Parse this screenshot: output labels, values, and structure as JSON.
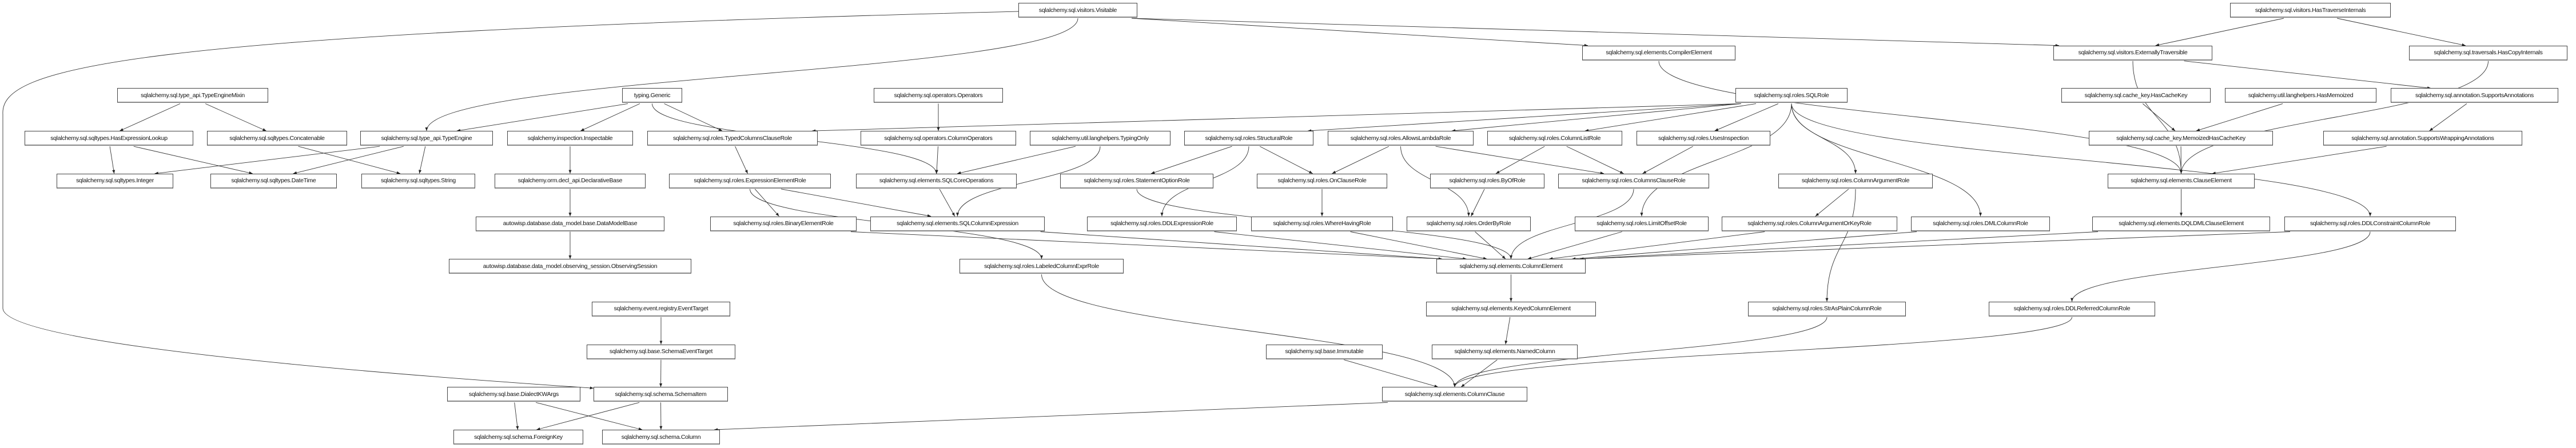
{
  "diagram": {
    "type": "class-inheritance-graph",
    "nodes": [
      {
        "id": "visitable",
        "label": "sqlalchemy.sql.visitors.Visitable"
      },
      {
        "id": "hastraverse",
        "label": "sqlalchemy.sql.visitors.HasTraverseInternals"
      },
      {
        "id": "compilerelement",
        "label": "sqlalchemy.sql.elements.CompilerElement"
      },
      {
        "id": "exttrav",
        "label": "sqlalchemy.sql.visitors.ExternallyTraversible"
      },
      {
        "id": "hascopy",
        "label": "sqlalchemy.sql.traversals.HasCopyInternals"
      },
      {
        "id": "typeenginemixin",
        "label": "sqlalchemy.sql.type_api.TypeEngineMixin"
      },
      {
        "id": "generic",
        "label": "typing.Generic"
      },
      {
        "id": "operators",
        "label": "sqlalchemy.sql.operators.Operators"
      },
      {
        "id": "sqlrole",
        "label": "sqlalchemy.sql.roles.SQLRole"
      },
      {
        "id": "hascachekey",
        "label": "sqlalchemy.sql.cache_key.HasCacheKey"
      },
      {
        "id": "hasmemoized",
        "label": "sqlalchemy.util.langhelpers.HasMemoized"
      },
      {
        "id": "supportsann",
        "label": "sqlalchemy.sql.annotation.SupportsAnnotations"
      },
      {
        "id": "hasexprlookup",
        "label": "sqlalchemy.sql.sqltypes.HasExpressionLookup"
      },
      {
        "id": "concatenable",
        "label": "sqlalchemy.sql.sqltypes.Concatenable"
      },
      {
        "id": "typeengine",
        "label": "sqlalchemy.sql.type_api.TypeEngine"
      },
      {
        "id": "inspectable",
        "label": "sqlalchemy.inspection.Inspectable"
      },
      {
        "id": "typedcolclause",
        "label": "sqlalchemy.sql.roles.TypedColumnsClauseRole"
      },
      {
        "id": "columnoperators",
        "label": "sqlalchemy.sql.operators.ColumnOperators"
      },
      {
        "id": "typingonly",
        "label": "sqlalchemy.util.langhelpers.TypingOnly"
      },
      {
        "id": "structural",
        "label": "sqlalchemy.sql.roles.StructuralRole"
      },
      {
        "id": "allowslambda",
        "label": "sqlalchemy.sql.roles.AllowsLambdaRole"
      },
      {
        "id": "columnlist",
        "label": "sqlalchemy.sql.roles.ColumnListRole"
      },
      {
        "id": "usesinspection",
        "label": "sqlalchemy.sql.roles.UsesInspection"
      },
      {
        "id": "memoizedhck",
        "label": "sqlalchemy.sql.cache_key.MemoizedHasCacheKey"
      },
      {
        "id": "supportswrap",
        "label": "sqlalchemy.sql.annotation.SupportsWrappingAnnotations"
      },
      {
        "id": "integer",
        "label": "sqlalchemy.sql.sqltypes.Integer"
      },
      {
        "id": "datetime",
        "label": "sqlalchemy.sql.sqltypes.DateTime"
      },
      {
        "id": "string",
        "label": "sqlalchemy.sql.sqltypes.String"
      },
      {
        "id": "declbase",
        "label": "sqlalchemy.orm.decl_api.DeclarativeBase"
      },
      {
        "id": "exprelement",
        "label": "sqlalchemy.sql.roles.ExpressionElementRole"
      },
      {
        "id": "sqlcoreops",
        "label": "sqlalchemy.sql.elements.SQLCoreOperations"
      },
      {
        "id": "stmtoption",
        "label": "sqlalchemy.sql.roles.StatementOptionRole"
      },
      {
        "id": "onclause",
        "label": "sqlalchemy.sql.roles.OnClauseRole"
      },
      {
        "id": "byof",
        "label": "sqlalchemy.sql.roles.ByOfRole"
      },
      {
        "id": "columnsclause",
        "label": "sqlalchemy.sql.roles.ColumnsClauseRole"
      },
      {
        "id": "columnargument",
        "label": "sqlalchemy.sql.roles.ColumnArgumentRole"
      },
      {
        "id": "clauseelement",
        "label": "sqlalchemy.sql.elements.ClauseElement"
      },
      {
        "id": "datamodelbase",
        "label": "autowisp.database.data_model.base.DataModelBase"
      },
      {
        "id": "binaryelement",
        "label": "sqlalchemy.sql.roles.BinaryElementRole"
      },
      {
        "id": "sqlcolexpr",
        "label": "sqlalchemy.sql.elements.SQLColumnExpression"
      },
      {
        "id": "ddlexpr",
        "label": "sqlalchemy.sql.roles.DDLExpressionRole"
      },
      {
        "id": "wherehaving",
        "label": "sqlalchemy.sql.roles.WhereHavingRole"
      },
      {
        "id": "orderby",
        "label": "sqlalchemy.sql.roles.OrderByRole"
      },
      {
        "id": "limitoffset",
        "label": "sqlalchemy.sql.roles.LimitOffsetRole"
      },
      {
        "id": "colargorkey",
        "label": "sqlalchemy.sql.roles.ColumnArgumentOrKeyRole"
      },
      {
        "id": "dmlcolumn",
        "label": "sqlalchemy.sql.roles.DMLColumnRole"
      },
      {
        "id": "dqldml",
        "label": "sqlalchemy.sql.elements.DQLDMLClauseElement"
      },
      {
        "id": "ddlconstraint",
        "label": "sqlalchemy.sql.roles.DDLConstraintColumnRole"
      },
      {
        "id": "observingsession",
        "label": "autowisp.database.data_model.observing_session.ObservingSession"
      },
      {
        "id": "labeledcolexpr",
        "label": "sqlalchemy.sql.roles.LabeledColumnExprRole"
      },
      {
        "id": "columnelement",
        "label": "sqlalchemy.sql.elements.ColumnElement"
      },
      {
        "id": "eventtarget",
        "label": "sqlalchemy.event.registry.EventTarget"
      },
      {
        "id": "keyedcolumn",
        "label": "sqlalchemy.sql.elements.KeyedColumnElement"
      },
      {
        "id": "strasplain",
        "label": "sqlalchemy.sql.roles.StrAsPlainColumnRole"
      },
      {
        "id": "ddlreferred",
        "label": "sqlalchemy.sql.roles.DDLReferredColumnRole"
      },
      {
        "id": "schemaeventtarget",
        "label": "sqlalchemy.sql.base.SchemaEventTarget"
      },
      {
        "id": "immutable",
        "label": "sqlalchemy.sql.base.Immutable"
      },
      {
        "id": "namedcolumn",
        "label": "sqlalchemy.sql.elements.NamedColumn"
      },
      {
        "id": "dialectkwargs",
        "label": "sqlalchemy.sql.base.DialectKWArgs"
      },
      {
        "id": "schemaitem",
        "label": "sqlalchemy.sql.schema.SchemaItem"
      },
      {
        "id": "columnclause",
        "label": "sqlalchemy.sql.elements.ColumnClause"
      },
      {
        "id": "foreignkey",
        "label": "sqlalchemy.sql.schema.ForeignKey"
      },
      {
        "id": "column",
        "label": "sqlalchemy.sql.schema.Column"
      }
    ],
    "edges": [
      [
        "visitable",
        "typeengine"
      ],
      [
        "visitable",
        "schemaitem"
      ],
      [
        "visitable",
        "compilerelement"
      ],
      [
        "visitable",
        "exttrav"
      ],
      [
        "hastraverse",
        "exttrav"
      ],
      [
        "hastraverse",
        "hascopy"
      ],
      [
        "compilerelement",
        "clauseelement"
      ],
      [
        "exttrav",
        "clauseelement"
      ],
      [
        "exttrav",
        "supportsann"
      ],
      [
        "hascopy",
        "clauseelement"
      ],
      [
        "hascachekey",
        "memoizedhck"
      ],
      [
        "hasmemoized",
        "memoizedhck"
      ],
      [
        "supportsann",
        "supportswrap"
      ],
      [
        "memoizedhck",
        "clauseelement"
      ],
      [
        "supportswrap",
        "clauseelement"
      ],
      [
        "clauseelement",
        "dqldml"
      ],
      [
        "typeenginemixin",
        "hasexprlookup"
      ],
      [
        "typeenginemixin",
        "concatenable"
      ],
      [
        "generic",
        "typeengine"
      ],
      [
        "generic",
        "inspectable"
      ],
      [
        "generic",
        "typedcolclause"
      ],
      [
        "generic",
        "sqlcoreops"
      ],
      [
        "hasexprlookup",
        "integer"
      ],
      [
        "hasexprlookup",
        "datetime"
      ],
      [
        "concatenable",
        "string"
      ],
      [
        "typeengine",
        "integer"
      ],
      [
        "typeengine",
        "datetime"
      ],
      [
        "typeengine",
        "string"
      ],
      [
        "inspectable",
        "declbase"
      ],
      [
        "declbase",
        "datamodelbase"
      ],
      [
        "datamodelbase",
        "observingsession"
      ],
      [
        "typedcolclause",
        "exprelement"
      ],
      [
        "exprelement",
        "binaryelement"
      ],
      [
        "exprelement",
        "labeledcolexpr"
      ],
      [
        "exprelement",
        "sqlcolexpr"
      ],
      [
        "sqlrole",
        "typedcolclause"
      ],
      [
        "sqlrole",
        "structural"
      ],
      [
        "sqlrole",
        "allowslambda"
      ],
      [
        "sqlrole",
        "columnlist"
      ],
      [
        "sqlrole",
        "usesinspection"
      ],
      [
        "sqlrole",
        "columnargument"
      ],
      [
        "sqlrole",
        "dmlcolumn"
      ],
      [
        "sqlrole",
        "ddlconstraint"
      ],
      [
        "sqlrole",
        "limitoffset"
      ],
      [
        "operators",
        "columnoperators"
      ],
      [
        "columnoperators",
        "sqlcoreops"
      ],
      [
        "typingonly",
        "sqlcoreops"
      ],
      [
        "typingonly",
        "sqlcolexpr"
      ],
      [
        "sqlcoreops",
        "sqlcolexpr"
      ],
      [
        "structural",
        "stmtoption"
      ],
      [
        "structural",
        "onclause"
      ],
      [
        "structural",
        "ddlexpr"
      ],
      [
        "allowslambda",
        "onclause"
      ],
      [
        "allowslambda",
        "orderby"
      ],
      [
        "allowslambda",
        "columnsclause"
      ],
      [
        "columnlist",
        "byof"
      ],
      [
        "columnlist",
        "columnsclause"
      ],
      [
        "usesinspection",
        "columnsclause"
      ],
      [
        "onclause",
        "wherehaving"
      ],
      [
        "byof",
        "orderby"
      ],
      [
        "columnsclause",
        "columnelement"
      ],
      [
        "stmtoption",
        "columnelement"
      ],
      [
        "binaryelement",
        "columnelement"
      ],
      [
        "sqlcolexpr",
        "columnelement"
      ],
      [
        "ddlexpr",
        "columnelement"
      ],
      [
        "wherehaving",
        "columnelement"
      ],
      [
        "orderby",
        "columnelement"
      ],
      [
        "limitoffset",
        "columnelement"
      ],
      [
        "colargorkey",
        "columnelement"
      ],
      [
        "dmlcolumn",
        "columnelement"
      ],
      [
        "dqldml",
        "columnelement"
      ],
      [
        "ddlconstraint",
        "columnelement"
      ],
      [
        "columnargument",
        "colargorkey"
      ],
      [
        "columnargument",
        "strasplain"
      ],
      [
        "ddlconstraint",
        "ddlreferred"
      ],
      [
        "columnelement",
        "keyedcolumn"
      ],
      [
        "keyedcolumn",
        "namedcolumn"
      ],
      [
        "namedcolumn",
        "columnclause"
      ],
      [
        "immutable",
        "columnclause"
      ],
      [
        "labeledcolexpr",
        "columnclause"
      ],
      [
        "strasplain",
        "columnclause"
      ],
      [
        "ddlreferred",
        "columnclause"
      ],
      [
        "columnclause",
        "column"
      ],
      [
        "eventtarget",
        "schemaeventtarget"
      ],
      [
        "schemaeventtarget",
        "schemaitem"
      ],
      [
        "dialectkwargs",
        "foreignkey"
      ],
      [
        "dialectkwargs",
        "column"
      ],
      [
        "schemaitem",
        "foreignkey"
      ],
      [
        "schemaitem",
        "column"
      ]
    ]
  }
}
